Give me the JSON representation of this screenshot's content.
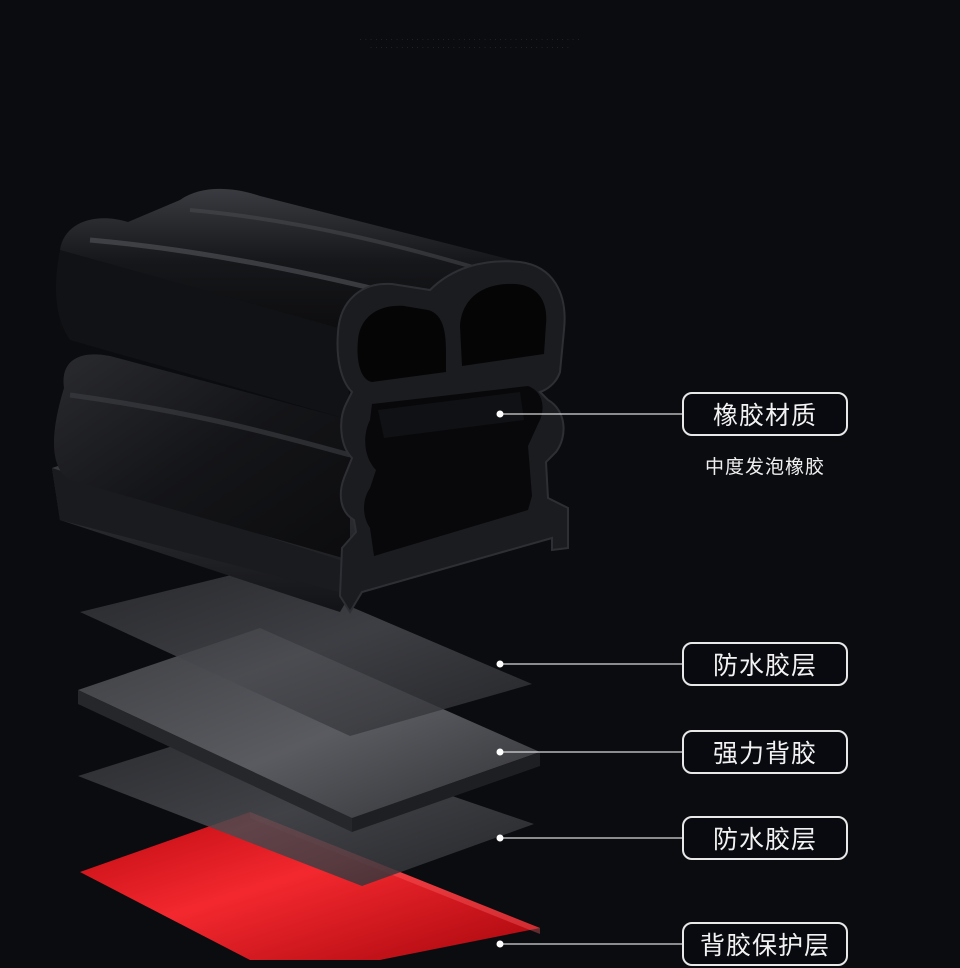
{
  "header": {
    "caption_lines": [
      "· · · · · · · · · · · · · · · · · · · · · · · · · · · · · · · · · · · · · · · · · · ·",
      "· · · · · · · · · · · · · · · · · · · · · · · · · · · · · · · · · · · · · · ·"
    ]
  },
  "callouts": [
    {
      "label": "橡胶材质",
      "sublabel": "中度发泡橡胶"
    },
    {
      "label": "防水胶层"
    },
    {
      "label": "强力背胶"
    },
    {
      "label": "防水胶层"
    },
    {
      "label": "背胶保护层"
    }
  ],
  "colors": {
    "background": "#0b0c10",
    "rubber": "#1c1d21",
    "layer_gray": "#3a3b3f",
    "protective_layer": "#e0121a",
    "label_border": "#e8e8e8"
  },
  "icons": [
    "callout-dot-icon"
  ]
}
